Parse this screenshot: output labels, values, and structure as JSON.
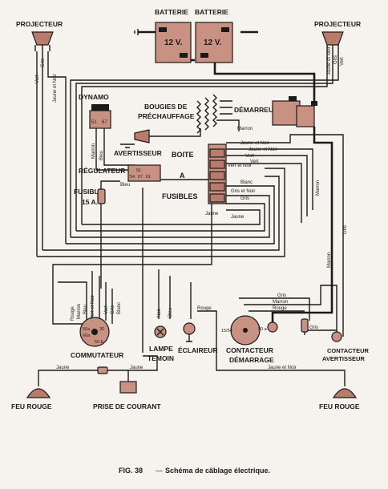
{
  "components": {
    "projecteur_left": "PROJECTEUR",
    "projecteur_right": "PROJECTEUR",
    "batterie_left": "BATTERIE",
    "batterie_right": "BATTERIE",
    "batt_volt_left": "12 V.",
    "batt_volt_right": "12 V.",
    "dynamo": "DYNAMO",
    "bougies_1": "BOUGIES DE",
    "bougies_2": "PRÉCHAUFFAGE",
    "demarreur": "DÉMARREUR",
    "avertisseur": "AVERTISSEUR",
    "regulateur": "RÉGULATEUR",
    "boite_1": "BOITE",
    "boite_2": "A",
    "boite_3": "FUSIBLES",
    "fusible_1": "FUSIBLE",
    "fusible_2": "15 A.",
    "commutateur": "COMMUTATEUR",
    "lampe_1": "LAMPE",
    "lampe_2": "TEMOIN",
    "eclaireur": "ÉCLAIREUR",
    "contacteur_1": "CONTACTEUR",
    "contacteur_2": "DÉMARRAGE",
    "contacteur_av_1": "CONTACTEUR",
    "contacteur_av_2": "AVERTISSEUR",
    "feu_rouge_left": "FEU ROUGE",
    "feu_rouge_right": "FEU ROUGE",
    "prise": "PRISE DE COURANT"
  },
  "terminals": {
    "dynamo_51": "51",
    "dynamo_67": "67",
    "reg_51": "51",
    "reg_54": "54",
    "reg_67": "67",
    "reg_61": "61",
    "comm_50a": "50a",
    "comm_56a": "56a",
    "comm_30": "30",
    "comm_50b": "50 b",
    "cont_15_54": "15/54",
    "cont_50a": "50 a"
  },
  "wire_labels": {
    "vert": "Vert",
    "gris": "Gris",
    "jaune_et_noir": "Jaune et Noir",
    "marron": "Marron",
    "bleu": "Bleu",
    "blanc": "Blanc",
    "gris_et_noir": "Gris et Noir",
    "jaune": "Jaune",
    "vert_et_noir": "Vert et Noir",
    "rouge": "Rouge",
    "noir": "Noir"
  },
  "caption": {
    "fig": "FIG. 38",
    "dash": "—",
    "text": "Schéma de câblage électrique."
  }
}
